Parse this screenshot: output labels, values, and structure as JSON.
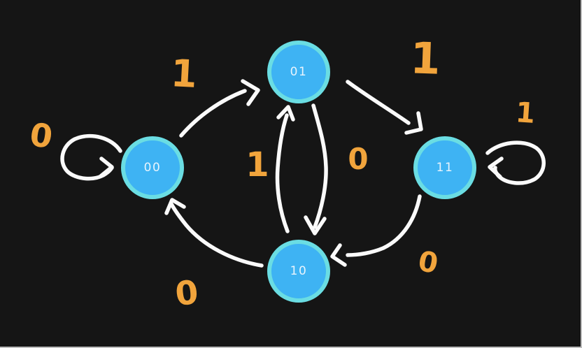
{
  "diagram": {
    "type": "state-machine",
    "colors": {
      "background": "#151515",
      "arrow_stroke": "#fafafa",
      "edge_label": "#f1a43c",
      "node_fill": "#3eb3f3",
      "node_ring": "#6adde3",
      "node_text": "#e8f4fd",
      "frame_line": "#bdbdbd"
    },
    "nodes": [
      {
        "id": "00",
        "label": "00"
      },
      {
        "id": "01",
        "label": "01"
      },
      {
        "id": "11",
        "label": "11"
      },
      {
        "id": "10",
        "label": "10"
      }
    ],
    "edges": [
      {
        "from": "00",
        "to": "00",
        "label": "0"
      },
      {
        "from": "00",
        "to": "01",
        "label": "1"
      },
      {
        "from": "10",
        "to": "01",
        "label": "1"
      },
      {
        "from": "01",
        "to": "10",
        "label": "0"
      },
      {
        "from": "01",
        "to": "11",
        "label": "1"
      },
      {
        "from": "11",
        "to": "11",
        "label": "1"
      },
      {
        "from": "11",
        "to": "10",
        "label": "0"
      },
      {
        "from": "10",
        "to": "00",
        "label": "0"
      }
    ]
  }
}
